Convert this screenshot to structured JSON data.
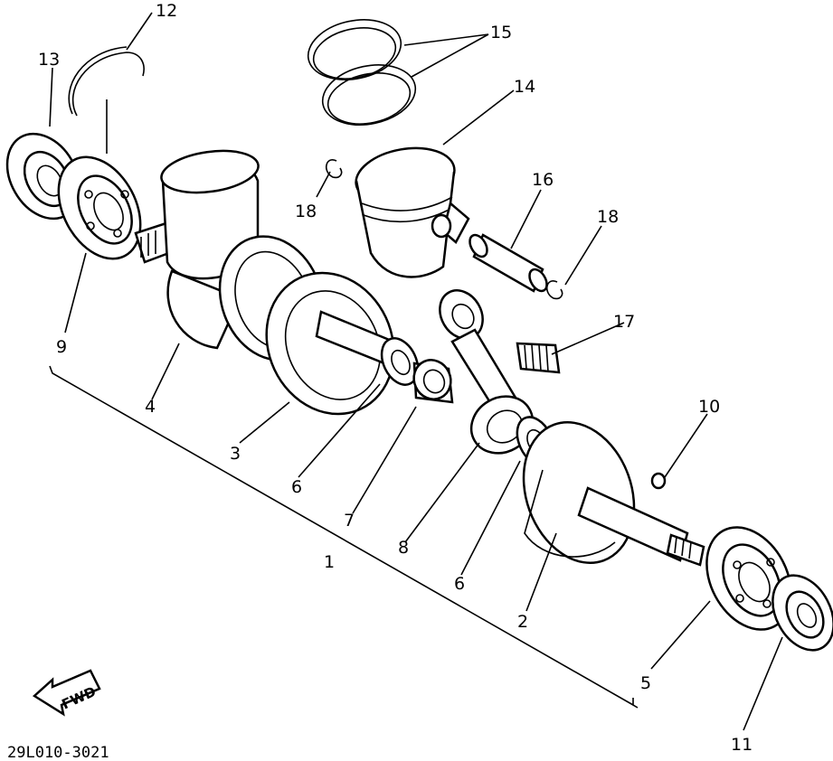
{
  "diagram": {
    "code": "29L010-3021",
    "fwd_label": "FWD",
    "callouts": [
      {
        "id": "p1",
        "text": "1"
      },
      {
        "id": "p2",
        "text": "2"
      },
      {
        "id": "p3",
        "text": "3"
      },
      {
        "id": "p4",
        "text": "4"
      },
      {
        "id": "p5",
        "text": "5"
      },
      {
        "id": "p6a",
        "text": "6"
      },
      {
        "id": "p6b",
        "text": "6"
      },
      {
        "id": "p7",
        "text": "7"
      },
      {
        "id": "p8",
        "text": "8"
      },
      {
        "id": "p9",
        "text": "9"
      },
      {
        "id": "p10",
        "text": "10"
      },
      {
        "id": "p11",
        "text": "11"
      },
      {
        "id": "p12",
        "text": "12"
      },
      {
        "id": "p13",
        "text": "13"
      },
      {
        "id": "p14",
        "text": "14"
      },
      {
        "id": "p15",
        "text": "15"
      },
      {
        "id": "p16",
        "text": "16"
      },
      {
        "id": "p17",
        "text": "17"
      },
      {
        "id": "p18a",
        "text": "18"
      },
      {
        "id": "p18b",
        "text": "18"
      }
    ]
  }
}
